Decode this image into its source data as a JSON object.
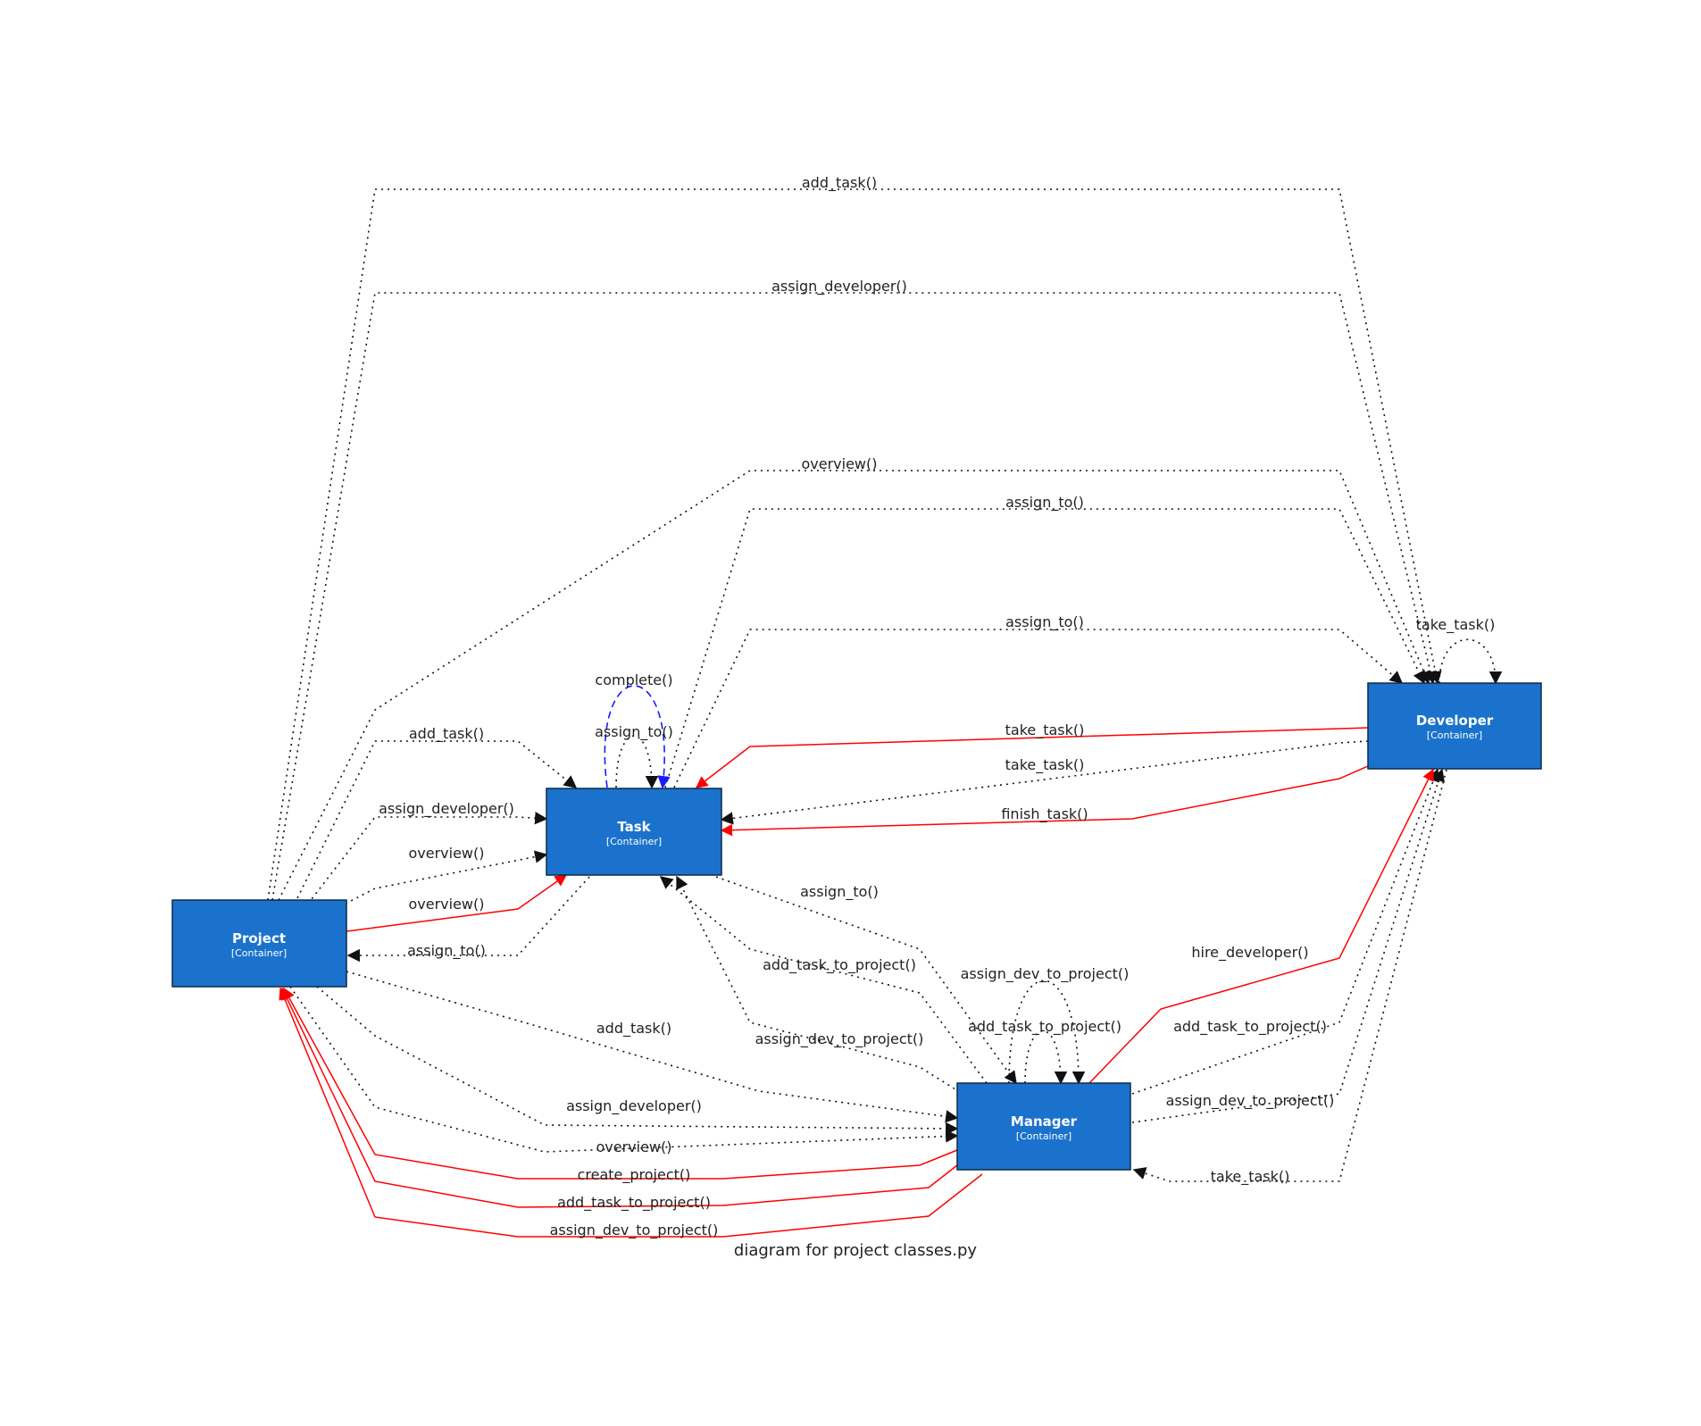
{
  "diagram": {
    "caption": "diagram for project classes.py",
    "colors": {
      "node_fill": "#1a72cc",
      "node_border": "#0d2a4a",
      "solid_edge": "#ff0000",
      "self_call_edge": "#1a1aff",
      "dotted_edge": "#111111"
    },
    "nodes": {
      "project": {
        "title": "Project",
        "subtitle": "[Container]"
      },
      "task": {
        "title": "Task",
        "subtitle": "[Container]"
      },
      "developer": {
        "title": "Developer",
        "subtitle": "[Container]"
      },
      "manager": {
        "title": "Manager",
        "subtitle": "[Container]"
      }
    },
    "edges": {
      "top_add_task": "add_task()",
      "top_assign_developer": "assign_developer()",
      "top_overview": "overview()",
      "top_assign_to_1": "assign_to()",
      "top_assign_to_2": "assign_to()",
      "dev_take_task_self": "take_task()",
      "task_complete_self": "complete()",
      "task_assign_to_self": "assign_to()",
      "proj_task_add_task": "add_task()",
      "proj_task_assign_developer": "assign_developer()",
      "proj_task_overview_dotted": "overview()",
      "proj_task_overview_solid": "overview()",
      "task_proj_assign_to": "assign_to()",
      "dev_task_take_task_solid": "take_task()",
      "dev_task_take_task_dotted": "take_task()",
      "dev_task_finish_task": "finish_task()",
      "task_mgr_assign_to": "assign_to()",
      "mgr_task_add_task_to_project": "add_task_to_project()",
      "mgr_task_assign_dev_to_project": "assign_dev_to_project()",
      "mgr_self_assign_dev_to_project": "assign_dev_to_project()",
      "mgr_self_add_task_to_project": "add_task_to_project()",
      "mgr_dev_hire_developer": "hire_developer()",
      "mgr_dev_add_task_to_project": "add_task_to_project()",
      "mgr_dev_assign_dev_to_project": "assign_dev_to_project()",
      "dev_mgr_take_task": "take_task()",
      "proj_mgr_add_task": "add_task()",
      "proj_mgr_assign_developer": "assign_developer()",
      "proj_mgr_overview": "overview()",
      "mgr_proj_create_project": "create_project()",
      "mgr_proj_add_task_to_project": "add_task_to_project()",
      "mgr_proj_assign_dev_to_project": "assign_dev_to_project()"
    }
  }
}
